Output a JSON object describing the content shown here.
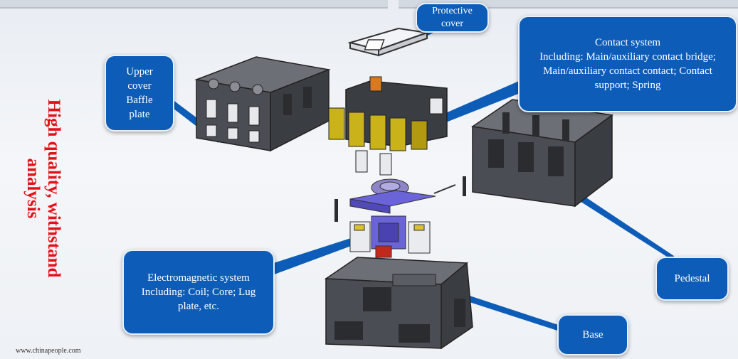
{
  "title": "High quality, withstand\nanalysis",
  "watermark": "www.chinapeople.com",
  "callouts": {
    "protective_cover": "Protective\ncover",
    "upper_cover": "Upper\ncover\nBaffle\nplate",
    "contact_system": "Contact system\nIncluding: Main/auxiliary contact bridge;\nMain/auxiliary contact contact; Contact\nsupport; Spring",
    "electromagnetic": "Electromagnetic system\nIncluding: Coil; Core; Lug\nplate, etc.",
    "pedestal": "Pedestal",
    "base": "Base"
  },
  "colors": {
    "callout_fill": "#0d5cb8",
    "title_red": "#e3121a",
    "part_dark": "#3a3d42",
    "part_yellow": "#c9b21a",
    "part_purple": "#6b63d8",
    "part_red": "#c4281c"
  }
}
